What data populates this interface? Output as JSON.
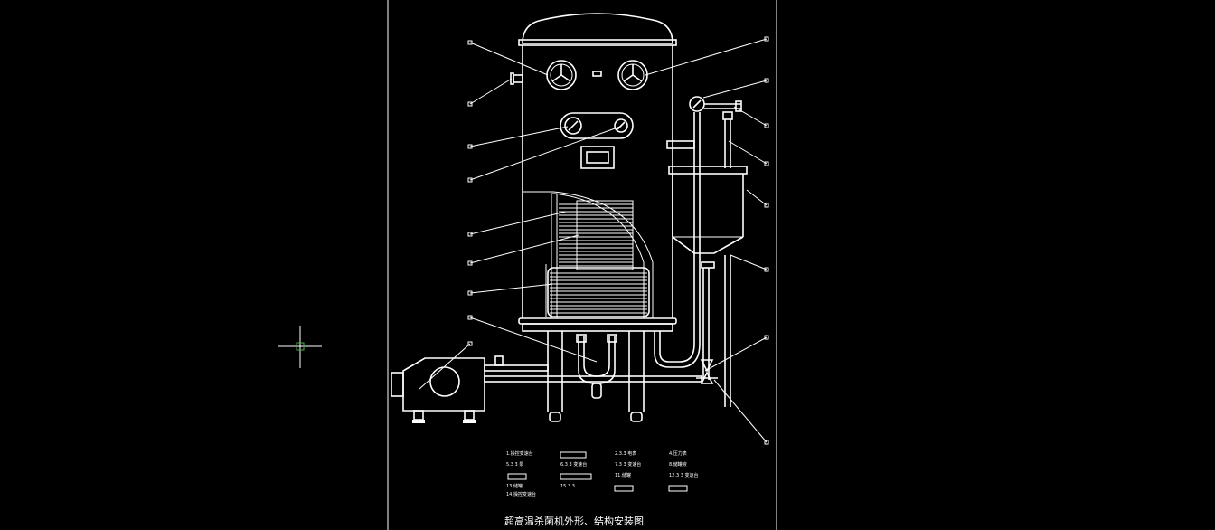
{
  "drawing": {
    "title": "超高温杀菌机外形、结构安装图",
    "legend": [
      "1.操控变速台",
      "2.3.3 电表",
      "4.压力表",
      "5.3 3 泵",
      "6.3 3 变速台",
      "7.3 3 变速台",
      "8.储罐液",
      "11.储罐",
      "12.3 3 变速台",
      "13.储罐",
      "14.操控变速台",
      "15.3 3"
    ]
  }
}
